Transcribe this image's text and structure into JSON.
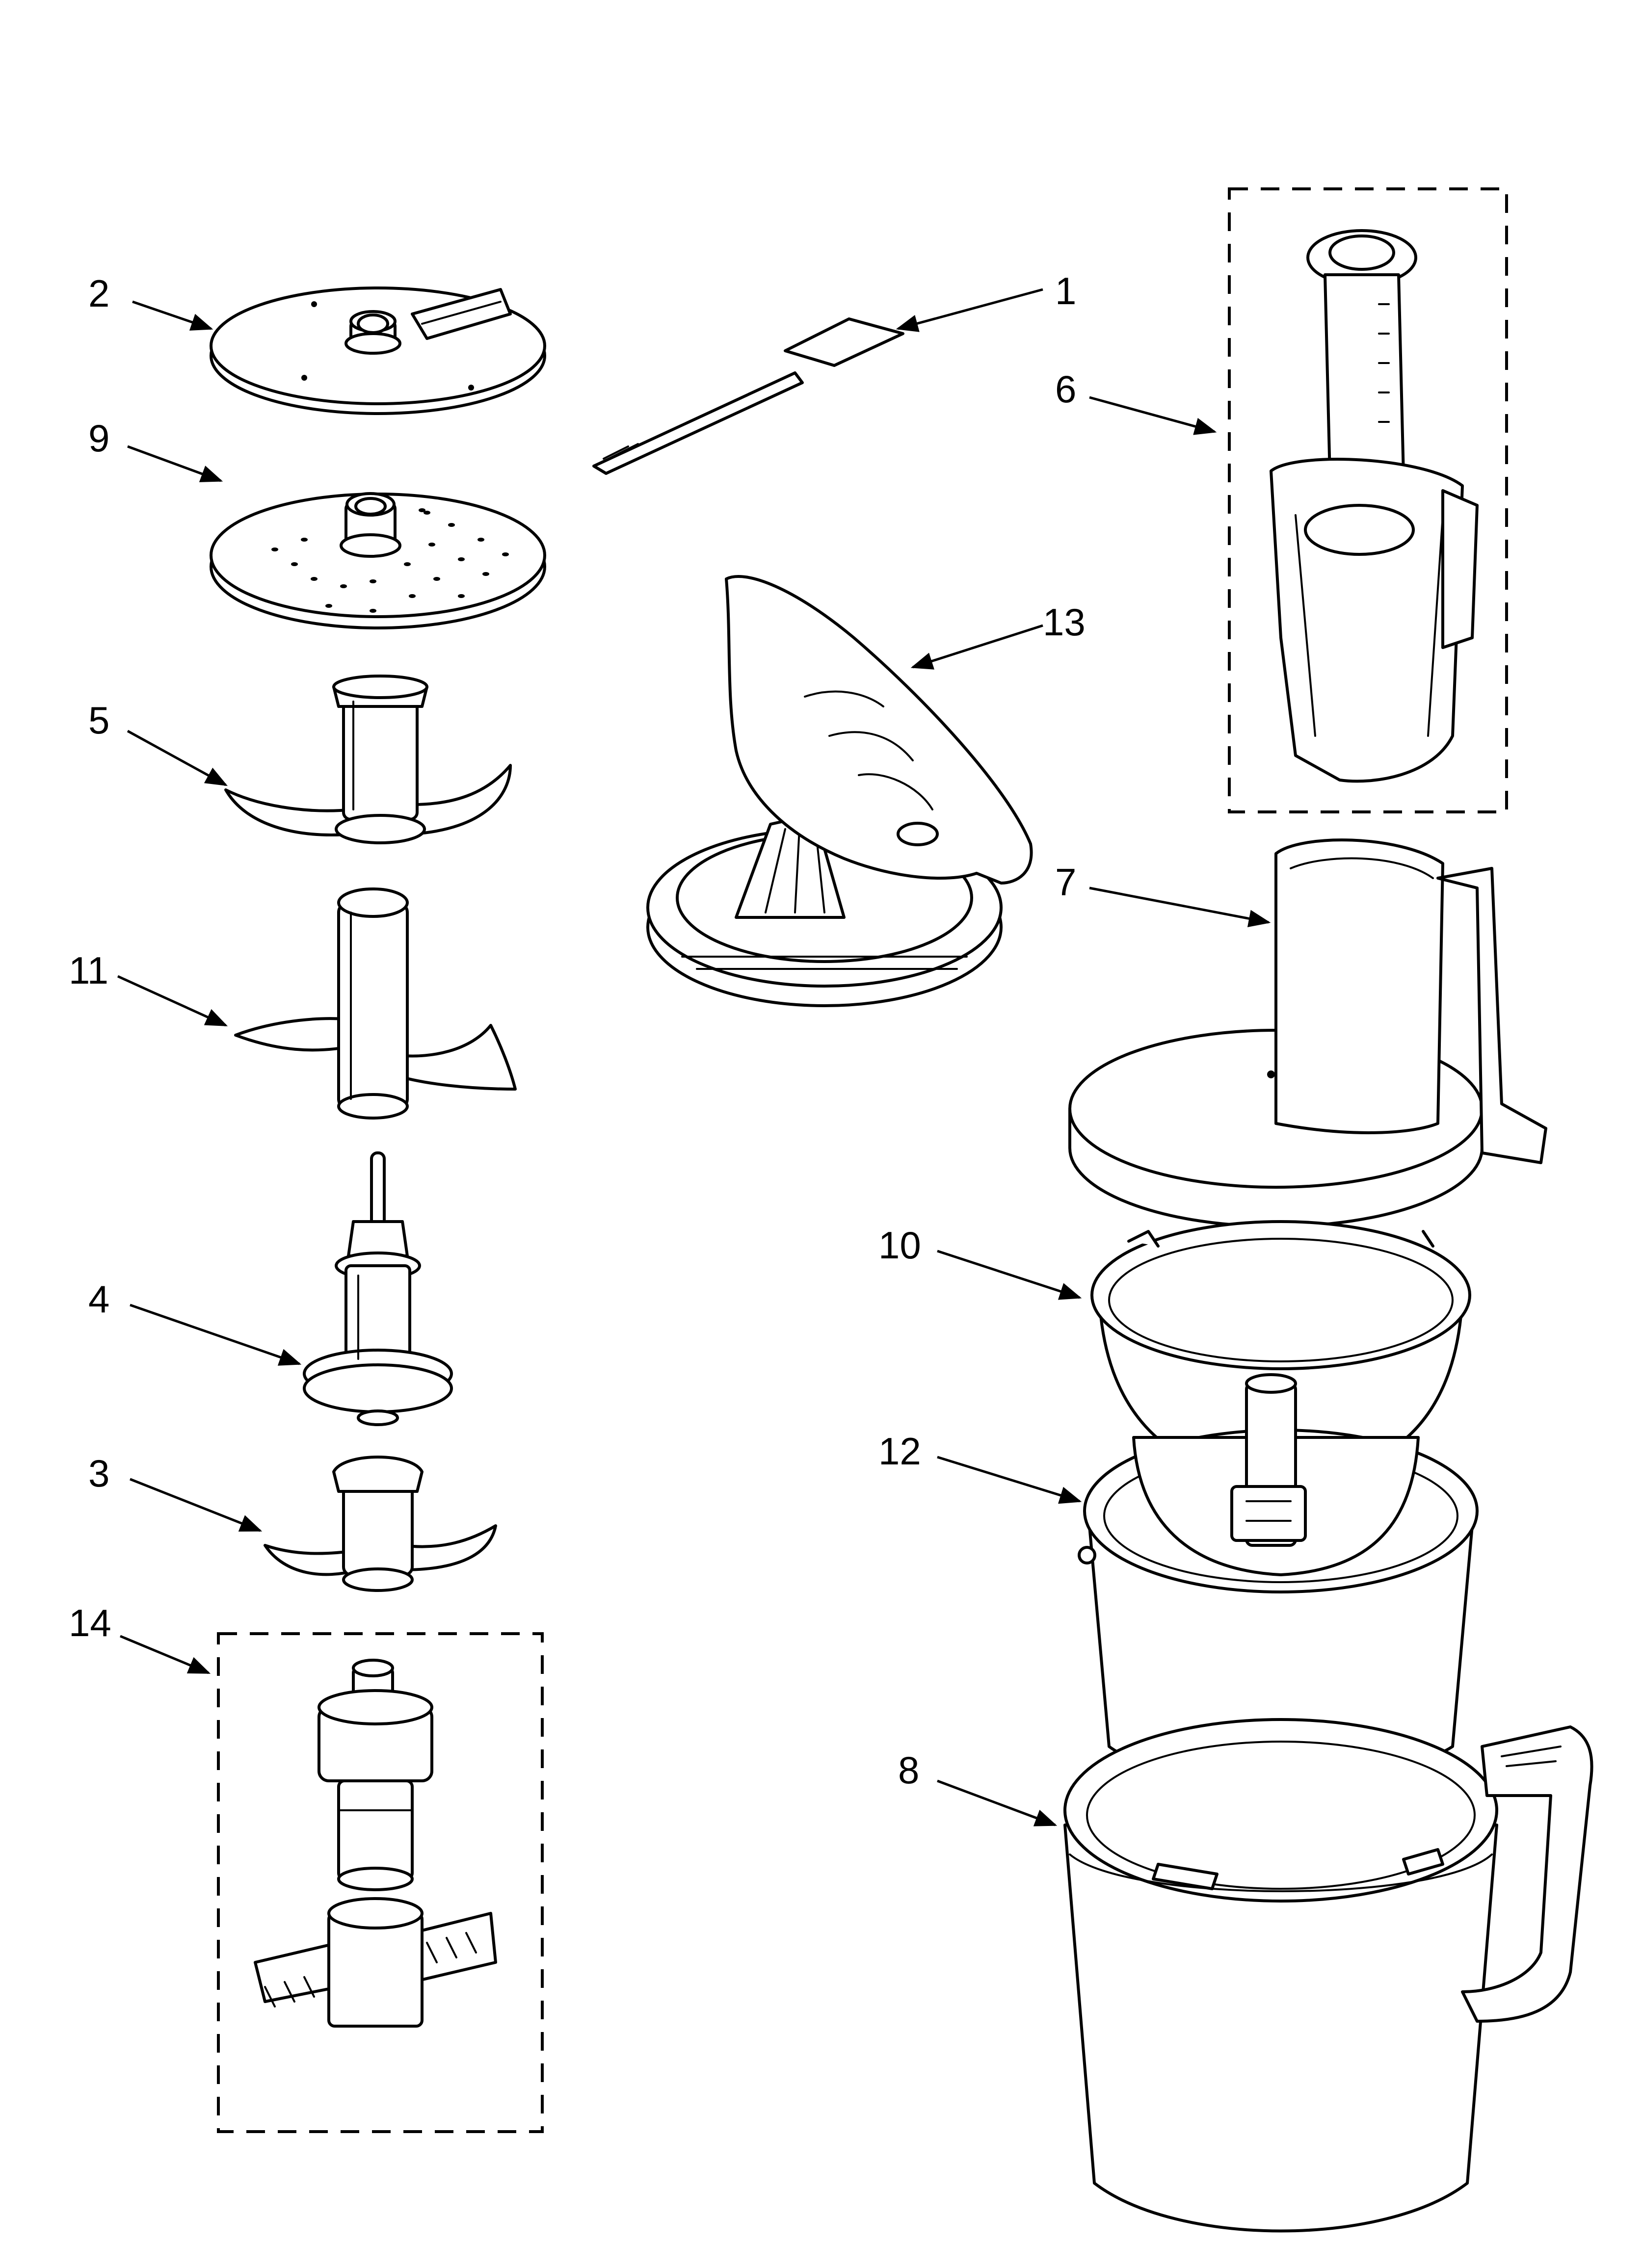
{
  "diagram": {
    "callouts": [
      {
        "id": "1",
        "part": "part-1"
      },
      {
        "id": "2",
        "part": "part-2"
      },
      {
        "id": "3",
        "part": "part-3"
      },
      {
        "id": "4",
        "part": "part-4"
      },
      {
        "id": "5",
        "part": "part-5"
      },
      {
        "id": "6",
        "part": "part-6"
      },
      {
        "id": "7",
        "part": "part-7"
      },
      {
        "id": "8",
        "part": "part-8"
      },
      {
        "id": "9",
        "part": "part-9"
      },
      {
        "id": "10",
        "part": "part-10"
      },
      {
        "id": "11",
        "part": "part-11"
      },
      {
        "id": "12",
        "part": "part-12"
      },
      {
        "id": "13",
        "part": "part-13"
      },
      {
        "id": "14",
        "part": "part-14"
      }
    ],
    "line_color": "#000000",
    "background": "#ffffff"
  }
}
